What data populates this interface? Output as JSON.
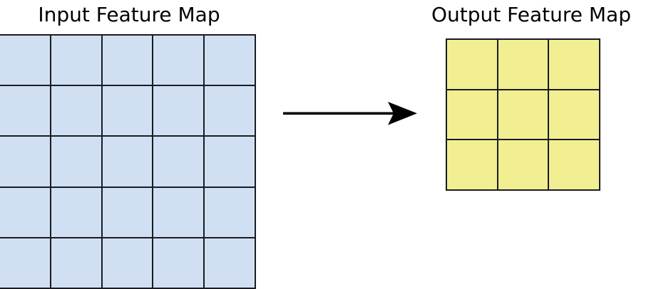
{
  "diagram": {
    "title_input": "Input Feature Map",
    "title_output": "Output Feature Map",
    "arrow_icon": "right-arrow-icon",
    "colors": {
      "input_cell_fill": "#d0e0f2",
      "output_cell_fill": "#f1ef92",
      "grid_line": "#1b1b22",
      "arrow": "#000000",
      "background": "#ffffff",
      "text": "#000000"
    }
  },
  "chart_data": {
    "type": "diagram",
    "title": "Input Feature Map to Output Feature Map",
    "panels": [
      {
        "name": "input-feature-map",
        "label": "Input Feature Map",
        "rows": 5,
        "cols": 5,
        "cell_count": 25,
        "fill": "#d0e0f2"
      },
      {
        "name": "output-feature-map",
        "label": "Output Feature Map",
        "rows": 3,
        "cols": 3,
        "cell_count": 9,
        "fill": "#f1ef92"
      }
    ],
    "connector": {
      "type": "arrow",
      "direction": "left-to-right",
      "from": "input-feature-map",
      "to": "output-feature-map",
      "label": ""
    }
  },
  "input_grid": {
    "rows": [
      [
        "",
        "",
        "",
        "",
        ""
      ],
      [
        "",
        "",
        "",
        "",
        ""
      ],
      [
        "",
        "",
        "",
        "",
        ""
      ],
      [
        "",
        "",
        "",
        "",
        ""
      ],
      [
        "",
        "",
        "",
        "",
        ""
      ]
    ]
  },
  "output_grid": {
    "rows": [
      [
        "",
        "",
        ""
      ],
      [
        "",
        "",
        ""
      ],
      [
        "",
        "",
        ""
      ]
    ]
  }
}
